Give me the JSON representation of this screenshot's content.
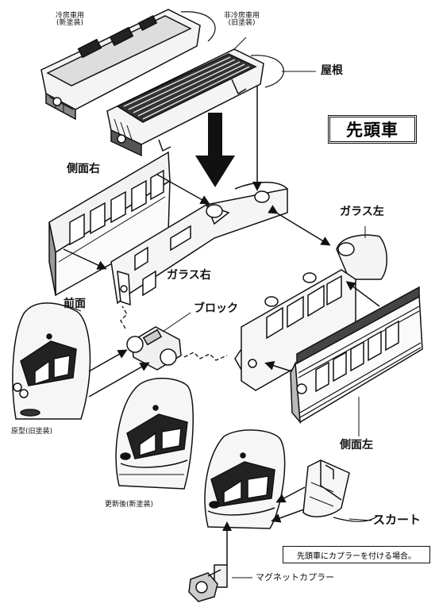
{
  "diagram": {
    "title": "先頭車",
    "labels": {
      "roof_cooled": "冷房車用\n(新塗装)",
      "roof_uncooled": "非冷房車用\n(旧塗装)",
      "roof": "屋根",
      "side_right": "側面右",
      "glass_left": "ガラス左",
      "glass_right": "ガラス右",
      "block": "ブロック",
      "front": "前面",
      "type_old": "原型(旧塗装)",
      "side_left": "側面左",
      "renewed": "更新後(新塗装)",
      "skirt": "スカート",
      "magnet_coupler": "マグネットカプラー"
    },
    "note": "先頭車にカプラーを付ける場合。"
  }
}
